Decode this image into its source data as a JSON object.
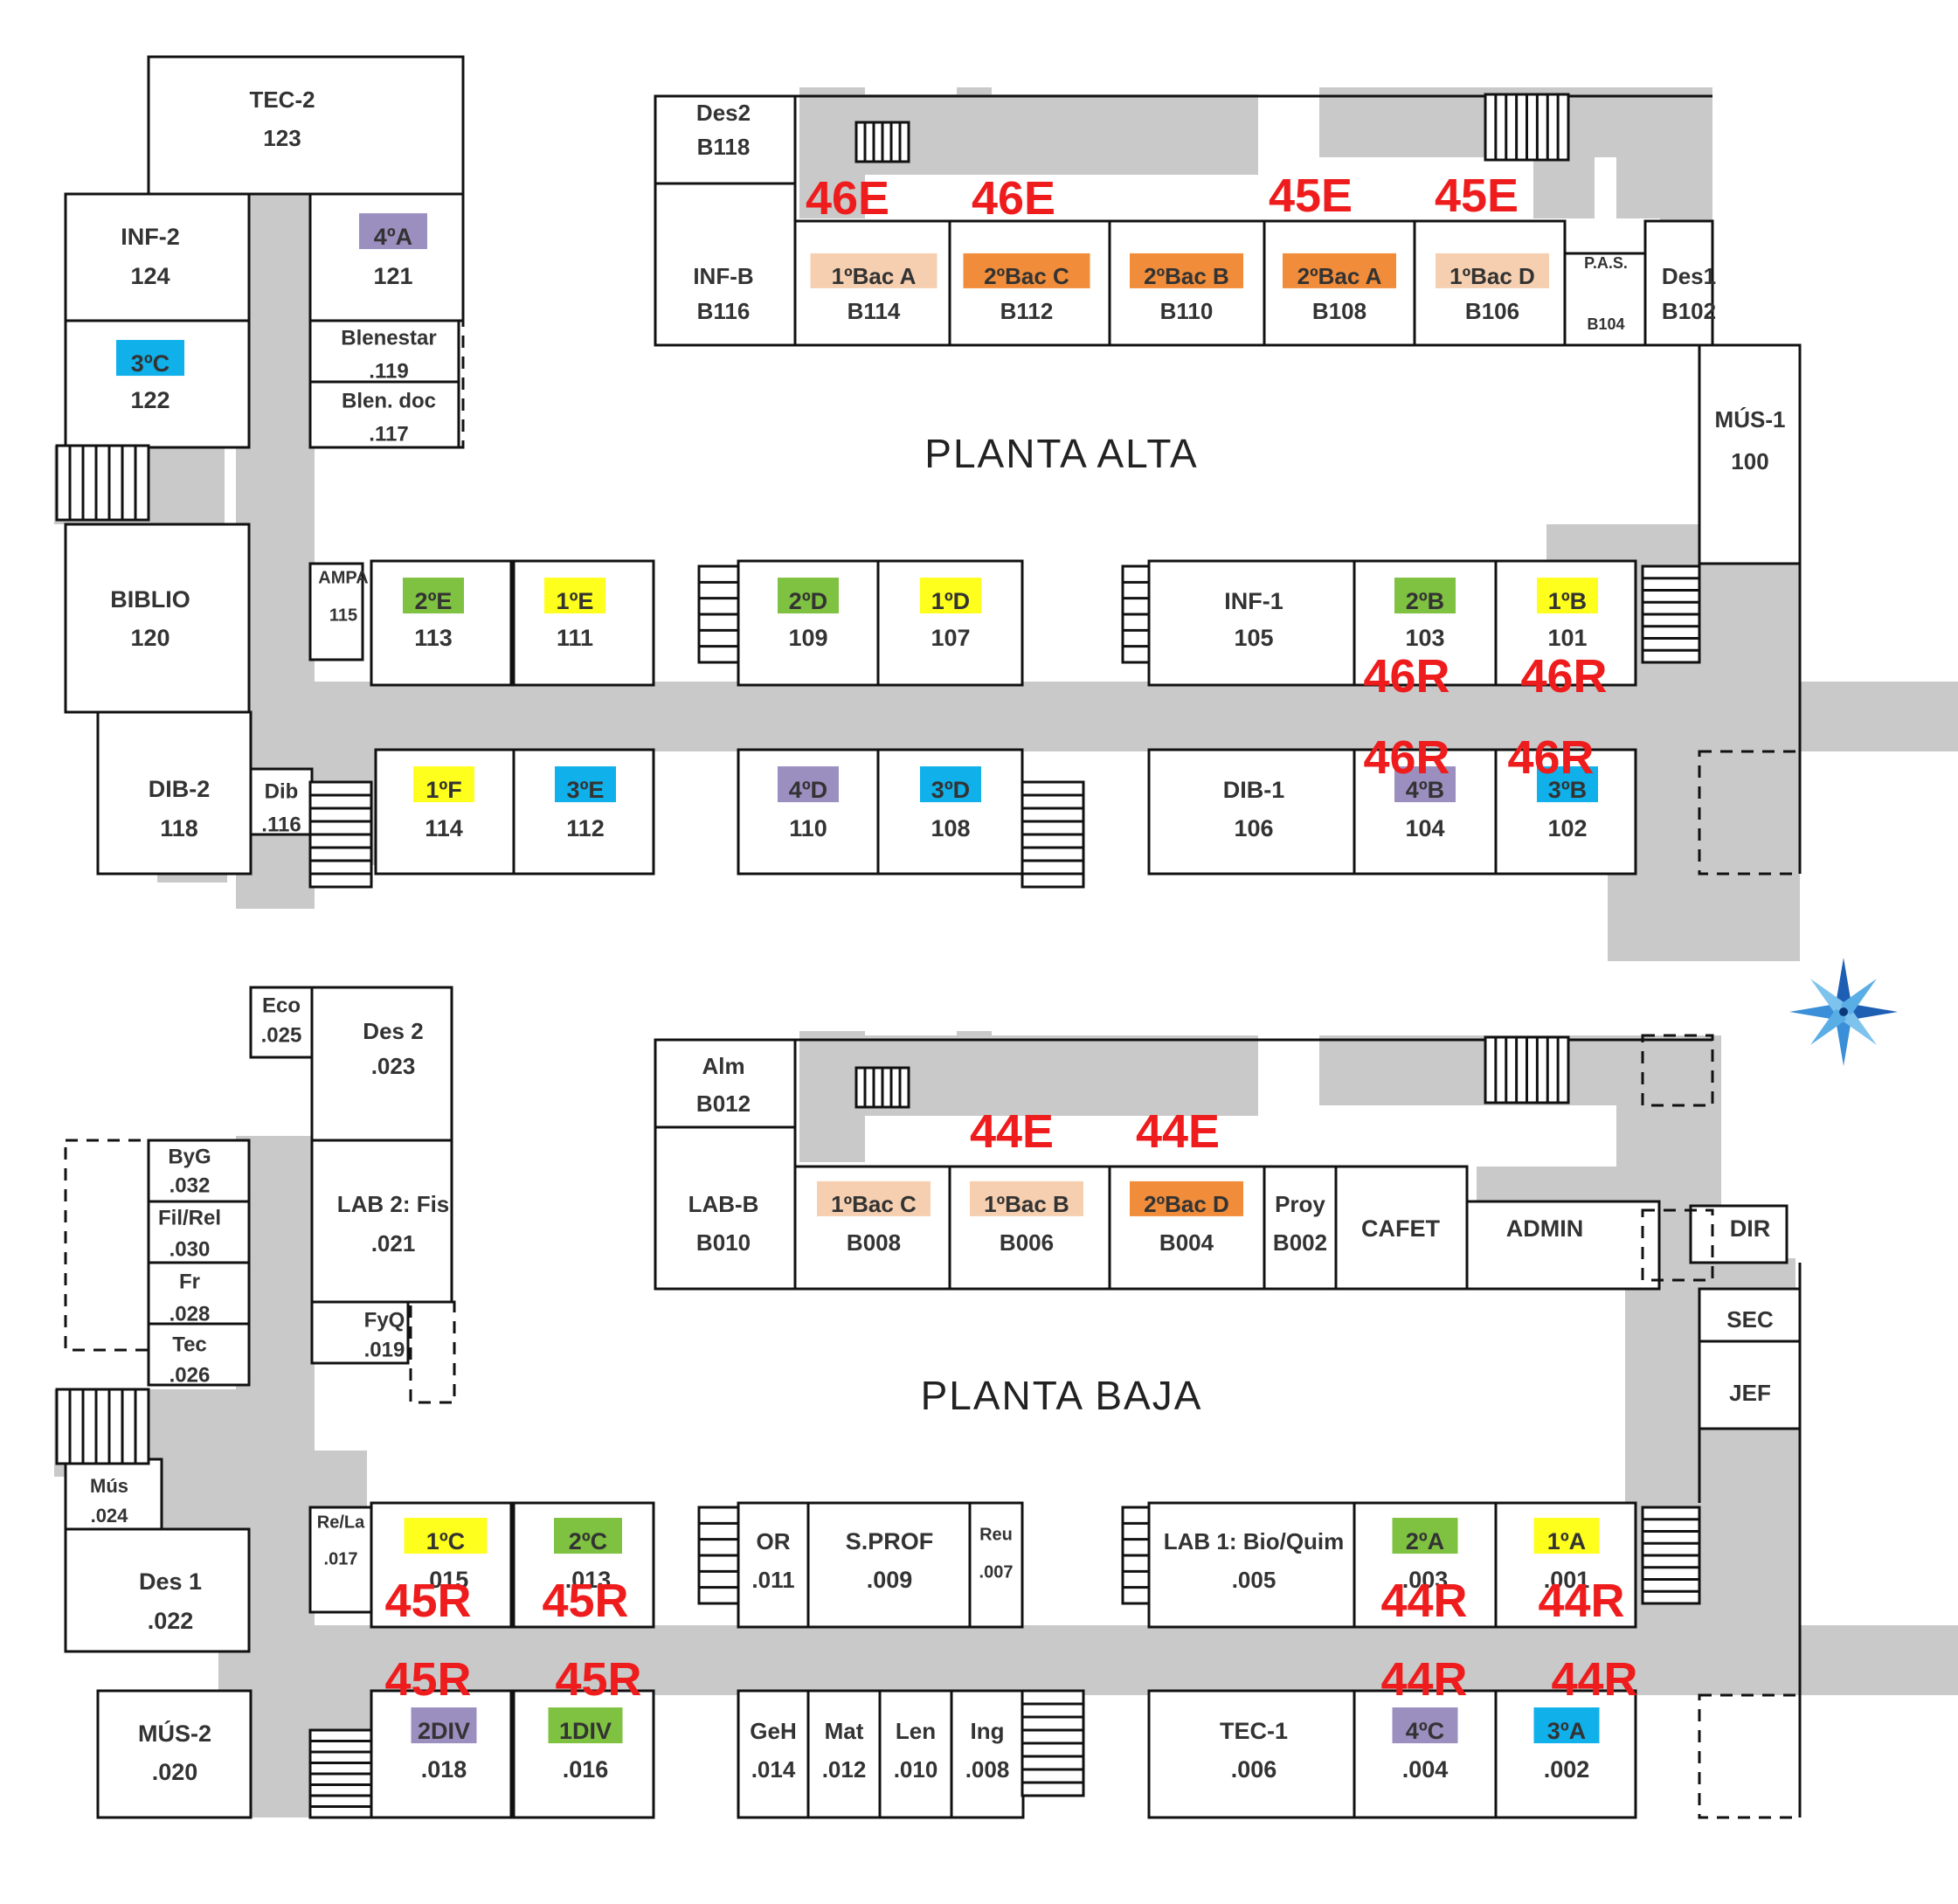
{
  "floors": {
    "upper": {
      "title": "PLANTA ALTA"
    },
    "lower": {
      "title": "PLANTA BAJA"
    }
  },
  "colors": {
    "corridor": "#c9c9c9",
    "wall": "#111111",
    "bac_light": "#f5cfb0",
    "bac_dark": "#f08c3a",
    "green": "#7fc241",
    "yellow": "#ffff1e",
    "purple": "#9b8fc0",
    "blue": "#10b0ea",
    "code_text": "#ee1c1c"
  },
  "rooms": [
    {
      "name": "TEC-2",
      "num": "123"
    },
    {
      "name": "INF-2",
      "num": "124"
    },
    {
      "name": "4ºA",
      "num": "121",
      "hl": "purple"
    },
    {
      "name": "3ºC",
      "num": "122",
      "hl": "blue"
    },
    {
      "name": "Blenestar",
      "num": ".119"
    },
    {
      "name": "Blen. doc",
      "num": ".117"
    },
    {
      "name": "BIBLIO",
      "num": "120"
    },
    {
      "name": "AMPA",
      "num": "115"
    },
    {
      "name": "DIB-2",
      "num": "118"
    },
    {
      "name": "Dib",
      "num": ".116"
    },
    {
      "name": "Des2",
      "num": "B118"
    },
    {
      "name": "INF-B",
      "num": "B116"
    },
    {
      "name": "1ºBac A",
      "num": "B114",
      "hl": "bac_light"
    },
    {
      "name": "2ºBac C",
      "num": "B112",
      "hl": "bac_dark"
    },
    {
      "name": "2ºBac B",
      "num": "B110",
      "hl": "bac_dark"
    },
    {
      "name": "2ºBac A",
      "num": "B108",
      "hl": "bac_dark"
    },
    {
      "name": "1ºBac D",
      "num": "B106",
      "hl": "bac_light"
    },
    {
      "name": "P.A.S.",
      "num": "B104"
    },
    {
      "name": "Des1",
      "num": "B102"
    },
    {
      "name": "MÚS-1",
      "num": "100"
    },
    {
      "name": "2ºE",
      "num": "113",
      "hl": "green"
    },
    {
      "name": "1ºE",
      "num": "111",
      "hl": "yellow"
    },
    {
      "name": "2ºD",
      "num": "109",
      "hl": "green"
    },
    {
      "name": "1ºD",
      "num": "107",
      "hl": "yellow"
    },
    {
      "name": "INF-1",
      "num": "105"
    },
    {
      "name": "2ºB",
      "num": "103",
      "hl": "green"
    },
    {
      "name": "1ºB",
      "num": "101",
      "hl": "yellow"
    },
    {
      "name": "1ºF",
      "num": "114",
      "hl": "yellow"
    },
    {
      "name": "3ºE",
      "num": "112",
      "hl": "blue"
    },
    {
      "name": "4ºD",
      "num": "110",
      "hl": "purple"
    },
    {
      "name": "3ºD",
      "num": "108",
      "hl": "blue"
    },
    {
      "name": "DIB-1",
      "num": "106"
    },
    {
      "name": "4ºB",
      "num": "104",
      "hl": "purple"
    },
    {
      "name": "3ºB",
      "num": "102",
      "hl": "blue"
    },
    {
      "name": "Eco",
      "num": ".025"
    },
    {
      "name": "Des 2",
      "num": ".023"
    },
    {
      "name": "ByG",
      "num": ".032"
    },
    {
      "name": "Fil/Rel",
      "num": ".030"
    },
    {
      "name": "Fr",
      "num": ".028"
    },
    {
      "name": "Tec",
      "num": ".026"
    },
    {
      "name": "LAB 2: Fis",
      "num": ".021"
    },
    {
      "name": "FyQ",
      "num": ".019"
    },
    {
      "name": "Mús",
      "num": ".024"
    },
    {
      "name": "Des 1",
      "num": ".022"
    },
    {
      "name": "Re/La",
      "num": ".017"
    },
    {
      "name": "MÚS-2",
      "num": ".020"
    },
    {
      "name": "Alm",
      "num": "B012"
    },
    {
      "name": "LAB-B",
      "num": "B010"
    },
    {
      "name": "1ºBac C",
      "num": "B008",
      "hl": "bac_light"
    },
    {
      "name": "1ºBac B",
      "num": "B006",
      "hl": "bac_light"
    },
    {
      "name": "2ºBac D",
      "num": "B004",
      "hl": "bac_dark"
    },
    {
      "name": "Proy",
      "num": "B002"
    },
    {
      "name": "CAFET",
      "num": ""
    },
    {
      "name": "ADMIN",
      "num": ""
    },
    {
      "name": "DIR",
      "num": ""
    },
    {
      "name": "SEC",
      "num": ""
    },
    {
      "name": "JEF",
      "num": ""
    },
    {
      "name": "1ºC",
      "num": ".015",
      "hl": "yellow"
    },
    {
      "name": "2ºC",
      "num": ".013",
      "hl": "green"
    },
    {
      "name": "OR",
      "num": ".011"
    },
    {
      "name": "S.PROF",
      "num": ".009"
    },
    {
      "name": "Reu",
      "num": ".007"
    },
    {
      "name": "LAB 1: Bio/Quim",
      "num": ".005"
    },
    {
      "name": "2ºA",
      "num": ".003",
      "hl": "green"
    },
    {
      "name": "1ºA",
      "num": ".001",
      "hl": "yellow"
    },
    {
      "name": "2DIV",
      "num": ".018",
      "hl": "purple"
    },
    {
      "name": "1DIV",
      "num": ".016",
      "hl": "green"
    },
    {
      "name": "GeH",
      "num": ".014"
    },
    {
      "name": "Mat",
      "num": ".012"
    },
    {
      "name": "Len",
      "num": ".010"
    },
    {
      "name": "Ing",
      "num": ".008"
    },
    {
      "name": "TEC-1",
      "num": ".006"
    },
    {
      "name": "4ºC",
      "num": ".004",
      "hl": "purple"
    },
    {
      "name": "3ºA",
      "num": ".002",
      "hl": "blue"
    }
  ],
  "codes": [
    "46E",
    "46E",
    "45E",
    "45E",
    "46R",
    "46R",
    "46R",
    "46R",
    "44E",
    "44E",
    "45R",
    "45R",
    "45R",
    "45R",
    "44R",
    "44R",
    "44R",
    "44R"
  ],
  "compass": {
    "icon": "compass-rose-icon"
  }
}
